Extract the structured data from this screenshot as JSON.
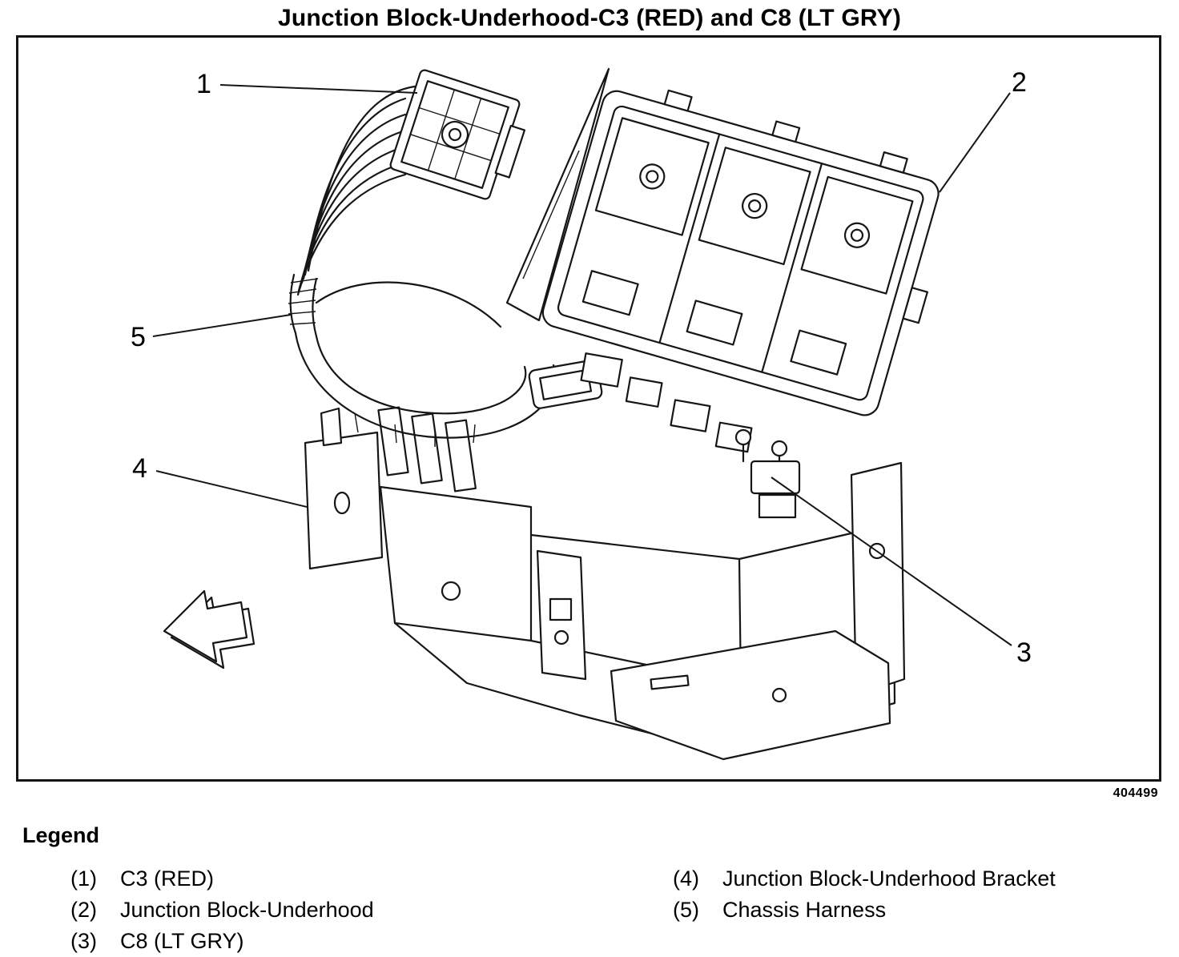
{
  "title": "Junction Block-Underhood-C3 (RED) and C8 (LT GRY)",
  "figure_number": "404499",
  "callouts": [
    {
      "label": "1"
    },
    {
      "label": "2"
    },
    {
      "label": "3"
    },
    {
      "label": "4"
    },
    {
      "label": "5"
    }
  ],
  "legend": {
    "heading": "Legend",
    "items": [
      {
        "num": "(1)",
        "label": "C3 (RED)"
      },
      {
        "num": "(2)",
        "label": "Junction Block-Underhood"
      },
      {
        "num": "(3)",
        "label": "C8 (LT GRY)"
      },
      {
        "num": "(4)",
        "label": "Junction Block-Underhood Bracket"
      },
      {
        "num": "(5)",
        "label": "Chassis Harness"
      }
    ]
  }
}
